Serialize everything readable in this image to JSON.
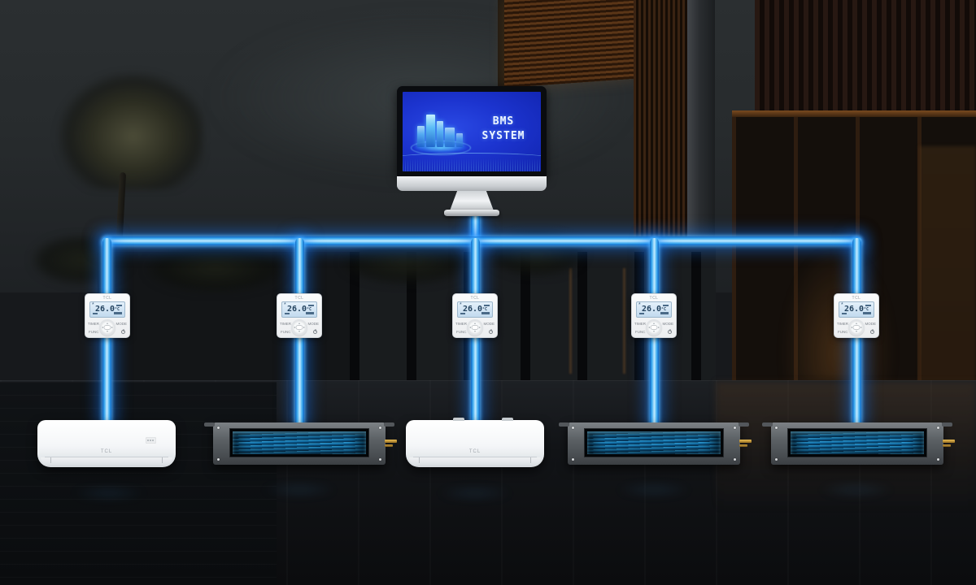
{
  "monitor": {
    "screen": {
      "line1": "BMS",
      "line2": "SYSTEM"
    },
    "graphic": "glowing-city-buildings-icon"
  },
  "colors": {
    "line_core": "#c2ebff",
    "line_edge": "#1068c8",
    "line_glow": "#1478fa",
    "screen_blue": "#1c34cf",
    "lcd_bg": "#c2daee",
    "lcd_ink": "#24435f",
    "coil_light": "#38a7dd",
    "coil_dark": "#06304e",
    "brass_pipe": "#c59a3e"
  },
  "controllers": [
    {
      "brand": "TCL",
      "temperature": "26.0",
      "temperature_unit": "°C",
      "fan_icon": "fan-icon",
      "label_timer": "TIMER",
      "label_mode": "MODE",
      "label_func": "FUNC",
      "power_icon": "power-icon"
    },
    {
      "brand": "TCL",
      "temperature": "26.0",
      "temperature_unit": "°C",
      "fan_icon": "fan-icon",
      "label_timer": "TIMER",
      "label_mode": "MODE",
      "label_func": "FUNC",
      "power_icon": "power-icon"
    },
    {
      "brand": "TCL",
      "temperature": "26.0",
      "temperature_unit": "°C",
      "fan_icon": "fan-icon",
      "label_timer": "TIMER",
      "label_mode": "MODE",
      "label_func": "FUNC",
      "power_icon": "power-icon"
    },
    {
      "brand": "TCL",
      "temperature": "26.0",
      "temperature_unit": "°C",
      "fan_icon": "fan-icon",
      "label_timer": "TIMER",
      "label_mode": "MODE",
      "label_func": "FUNC",
      "power_icon": "power-icon"
    },
    {
      "brand": "TCL",
      "temperature": "26.0",
      "temperature_unit": "°C",
      "fan_icon": "fan-icon",
      "label_timer": "TIMER",
      "label_mode": "MODE",
      "label_func": "FUNC",
      "power_icon": "power-icon"
    }
  ],
  "indoor_units": [
    {
      "type": "wall-mounted",
      "brand": "TCL"
    },
    {
      "type": "ducted-concealed",
      "brand": ""
    },
    {
      "type": "wall-mounted",
      "brand": "TCL"
    },
    {
      "type": "ducted-concealed",
      "brand": ""
    },
    {
      "type": "ducted-concealed",
      "brand": ""
    }
  ],
  "fan_glyph": "*",
  "arrow_up": "▴",
  "arrow_down": "▾",
  "arrow_left": "◂",
  "arrow_right": "▸"
}
